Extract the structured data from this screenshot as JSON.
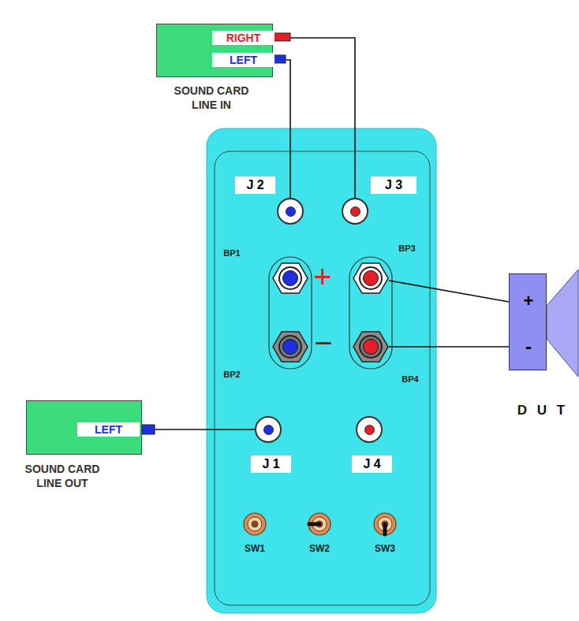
{
  "diagram": {
    "nodes": [
      {
        "text": [
          "SOUND CARD LINE IN"
        ]
      },
      {
        "text": [
          "RIGHT"
        ],
        "in": 0
      },
      {
        "text": [
          "LEFT"
        ],
        "in": 0
      },
      {
        "text": [
          "+",
          "−"
        ]
      },
      {
        "text": [
          "J 2"
        ],
        "in": 3
      },
      {
        "text": [
          "J 3"
        ],
        "in": 3
      },
      {
        "text": [
          "BP1"
        ],
        "in": 3
      },
      {
        "text": [
          "BP3"
        ],
        "in": 3
      },
      {
        "text": [
          "BP2"
        ],
        "in": 3
      },
      {
        "text": [
          "BP4"
        ],
        "in": 3
      },
      {
        "text": [
          "J 1"
        ],
        "in": 3
      },
      {
        "text": [
          "J 4"
        ],
        "in": 3
      },
      {
        "text": [
          "SW1"
        ],
        "in": 3
      },
      {
        "text": [
          "SW2"
        ],
        "in": 3
      },
      {
        "text": [
          "SW3"
        ],
        "in": 3
      },
      {
        "text": [
          "SOUND CARD LINE OUT"
        ]
      },
      {
        "text": [
          "LEFT"
        ],
        "in": 15
      },
      {
        "text": [
          "+",
          "-",
          "D U T"
        ]
      }
    ],
    "edges": [
      {
        "from": 1,
        "to": 5,
        "arrow": "none"
      },
      {
        "from": 2,
        "to": 4,
        "arrow": "none"
      },
      {
        "from": 7,
        "to": 17,
        "arrow": "none"
      },
      {
        "from": 9,
        "to": 17,
        "arrow": "none"
      },
      {
        "from": 16,
        "to": 10,
        "arrow": "none"
      }
    ]
  }
}
